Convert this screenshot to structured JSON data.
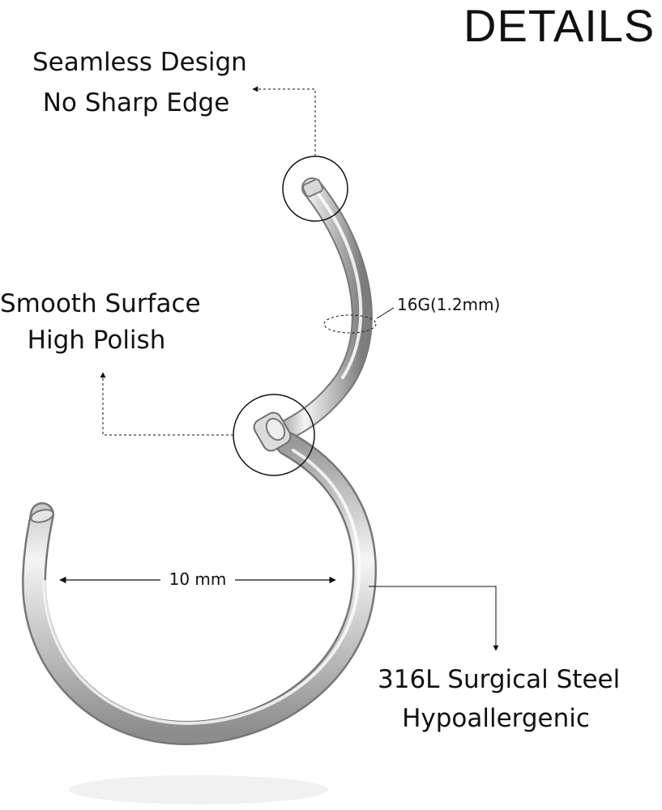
{
  "title": "DETAILS",
  "callouts": {
    "seamless": {
      "line1": "Seamless Design",
      "line2": "No Sharp Edge"
    },
    "smooth": {
      "line1": "Smooth Surface",
      "line2": "High Polish"
    },
    "gauge": {
      "text": "16G(1.2mm)"
    },
    "diameter": {
      "text": "10 mm"
    },
    "material": {
      "line1": "316L Surgical Steel",
      "line2": "Hypoallergenic"
    }
  },
  "colors": {
    "steel_light": "#f2f2f2",
    "steel_mid": "#bdbdbd",
    "steel_dark": "#7a7a7a",
    "ink": "#111111"
  }
}
